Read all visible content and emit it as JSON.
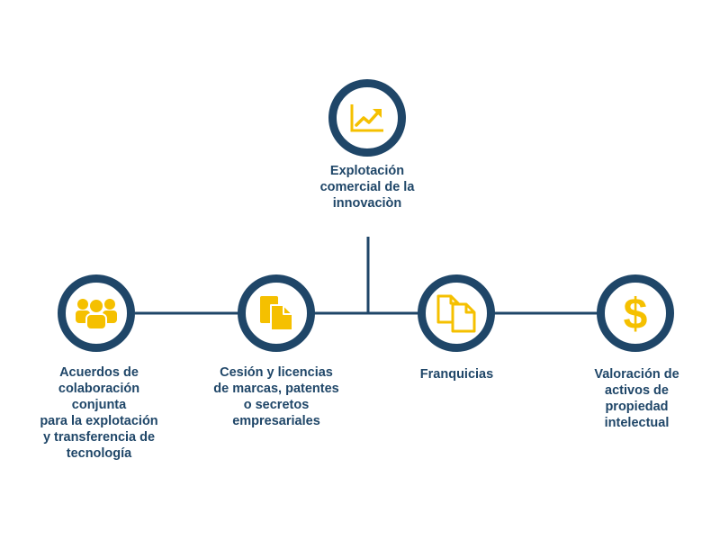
{
  "diagram": {
    "colors": {
      "ring": "#1f4668",
      "icon": "#f5c000",
      "text": "#1f4668",
      "background": "#ffffff"
    },
    "top_node": {
      "icon": "trending-up-chart-icon",
      "label": "Explotación\ncomercial de la\ninnovaciòn"
    },
    "nodes": [
      {
        "icon": "group-people-icon",
        "label": "Acuerdos de\ncolaboración\nconjunta\npara la explotación\ny transferencia de\ntecnología"
      },
      {
        "icon": "document-license-icon",
        "label": "Cesión y licencias\nde marcas, patentes\no secretos\nempresariales"
      },
      {
        "icon": "duplicate-documents-icon",
        "label": "Franquicias"
      },
      {
        "icon": "dollar-sign-icon",
        "label": "Valoración de\nactivos de\npropiedad\nintelectual"
      }
    ]
  }
}
